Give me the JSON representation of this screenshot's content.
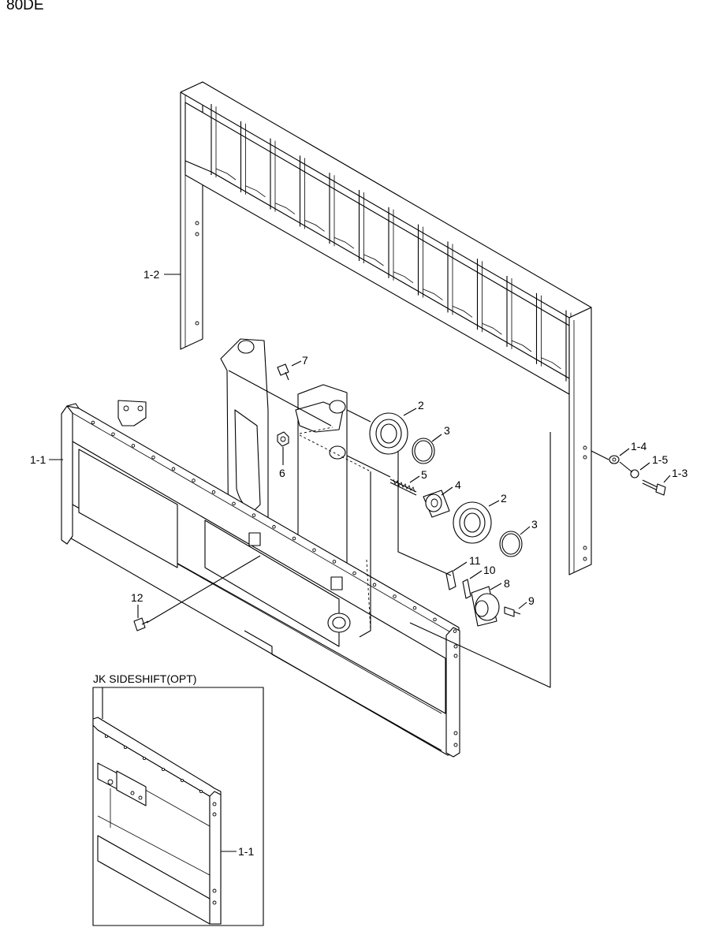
{
  "model": "80DE",
  "inset_title": "JK SIDESHIFT(OPT)",
  "labels": {
    "p1_1": "1-1",
    "p1_2": "1-2",
    "p1_3": "1-3",
    "p1_4": "1-4",
    "p1_5": "1-5",
    "p2a": "2",
    "p2b": "2",
    "p3a": "3",
    "p3b": "3",
    "p4": "4",
    "p5": "5",
    "p6": "6",
    "p7": "7",
    "p8": "8",
    "p9": "9",
    "p10": "10",
    "p11": "11",
    "p12": "12",
    "inset_p1_1": "1-1"
  }
}
